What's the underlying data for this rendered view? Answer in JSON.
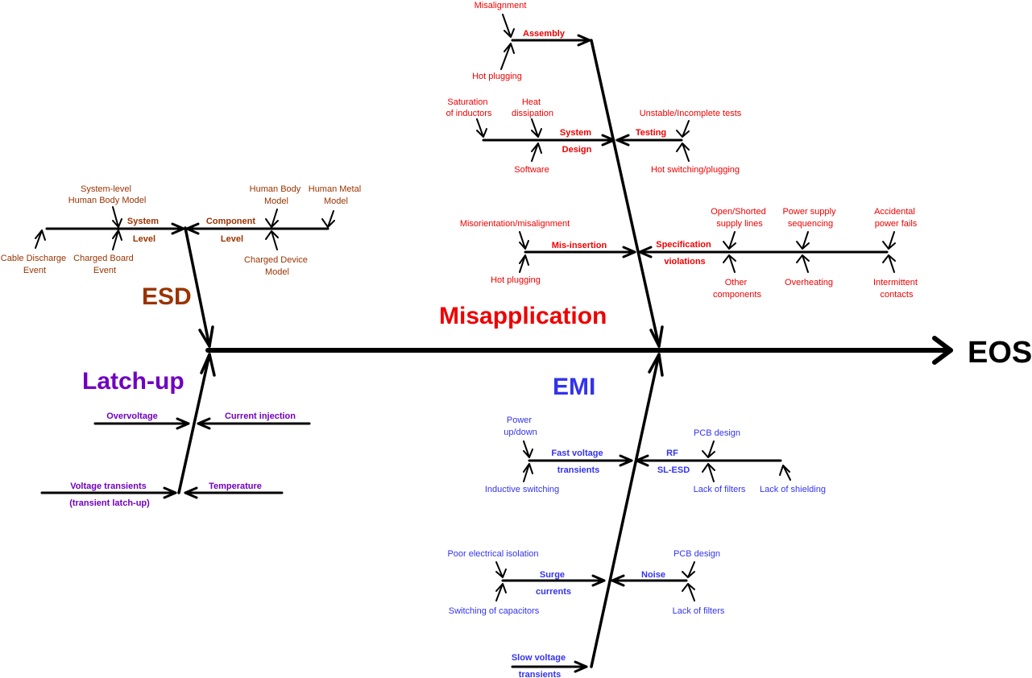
{
  "effect": "EOS",
  "colors": {
    "esd": "#993300",
    "latchup": "#7000C0",
    "misapplication": "#EE0000",
    "emi": "#3333EE",
    "lines": "#000000"
  },
  "categories": {
    "esd": "ESD",
    "latchup": "Latch-up",
    "misapplication": "Misapplication",
    "emi": "EMI"
  },
  "esd": {
    "system_level": [
      "System",
      "Level"
    ],
    "component_level": [
      "Component",
      "Level"
    ],
    "system_hbm": [
      "System-level",
      "Human Body Model"
    ],
    "cable_discharge": [
      "Cable Discharge",
      "Event"
    ],
    "charged_board": [
      "Charged Board",
      "Event"
    ],
    "human_body": [
      "Human Body",
      "Model"
    ],
    "human_metal": [
      "Human Metal",
      "Model"
    ],
    "charged_device": [
      "Charged Device",
      "Model"
    ]
  },
  "latchup": {
    "overvoltage": "Overvoltage",
    "current_injection": "Current injection",
    "voltage_transients": [
      "Voltage transients",
      "(transient latch-up)"
    ],
    "temperature": "Temperature"
  },
  "misapplication": {
    "assembly": "Assembly",
    "misalignment": "Misalignment",
    "hot_plugging_1": "Hot plugging",
    "system_design": [
      "System",
      "Design"
    ],
    "saturation": [
      "Saturation",
      "of inductors"
    ],
    "heat_dissipation": [
      "Heat",
      "dissipation"
    ],
    "software": "Software",
    "testing": "Testing",
    "unstable_tests": "Unstable/Incomplete tests",
    "hot_switching": "Hot switching/plugging",
    "mis_insertion": "Mis-insertion",
    "misorientation": "Misorientation/misalignment",
    "hot_plugging_2": "Hot plugging",
    "spec_violations": [
      "Specification",
      "violations"
    ],
    "open_shorted": [
      "Open/Shorted",
      "supply lines"
    ],
    "power_supply_seq": [
      "Power supply",
      "sequencing"
    ],
    "accidental_power": [
      "Accidental",
      "power fails"
    ],
    "other_components": [
      "Other",
      "components"
    ],
    "overheating": "Overheating",
    "intermittent": [
      "Intermittent",
      "contacts"
    ]
  },
  "emi": {
    "fast_voltage": [
      "Fast voltage",
      "transients"
    ],
    "power_updown": [
      "Power",
      "up/down"
    ],
    "inductive_switching": "Inductive switching",
    "rf": [
      "RF",
      "SL-ESD"
    ],
    "pcb_design_1": "PCB design",
    "lack_filters_1": "Lack of filters",
    "lack_shielding": "Lack of shielding",
    "surge": [
      "Surge",
      "currents"
    ],
    "poor_isolation": "Poor electrical isolation",
    "switching_caps": "Switching of capacitors",
    "noise": "Noise",
    "pcb_design_2": "PCB design",
    "lack_filters_2": "Lack of filters",
    "slow_voltage": [
      "Slow voltage",
      "transients"
    ]
  }
}
